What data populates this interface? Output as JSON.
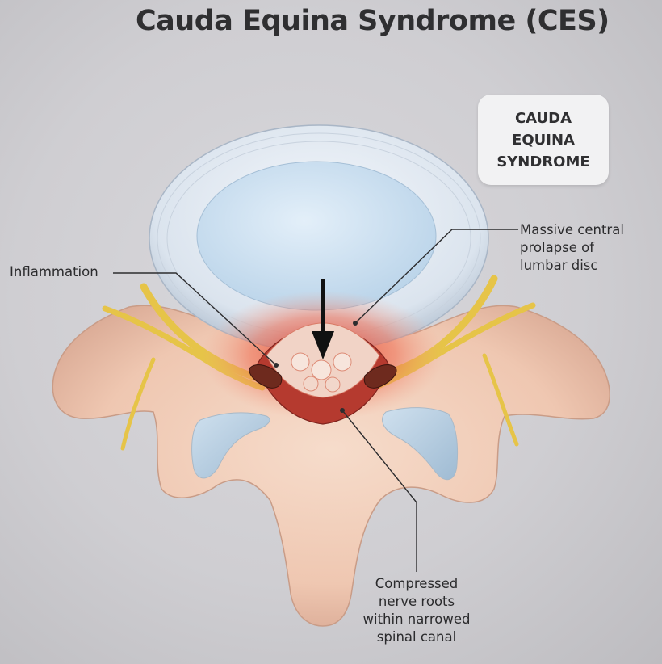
{
  "title": "Cauda Equina Syndrome (CES)",
  "badge": {
    "lines": [
      "CAUDA",
      "EQUINA",
      "SYNDROME"
    ]
  },
  "labels": {
    "inflammation": "Inflammation",
    "prolapse": [
      "Massive central",
      "prolapse of",
      "lumbar disc"
    ],
    "compressed": [
      "Compressed",
      "nerve roots",
      "within narrowed",
      "spinal canal"
    ]
  },
  "colors": {
    "background": "#cfced2",
    "bone": "#f2cdb8",
    "disc": "#dfe7f1",
    "nucleus": "#c7ddf0",
    "nerve": "#e8c64a",
    "inflammation": "#d9362b"
  }
}
